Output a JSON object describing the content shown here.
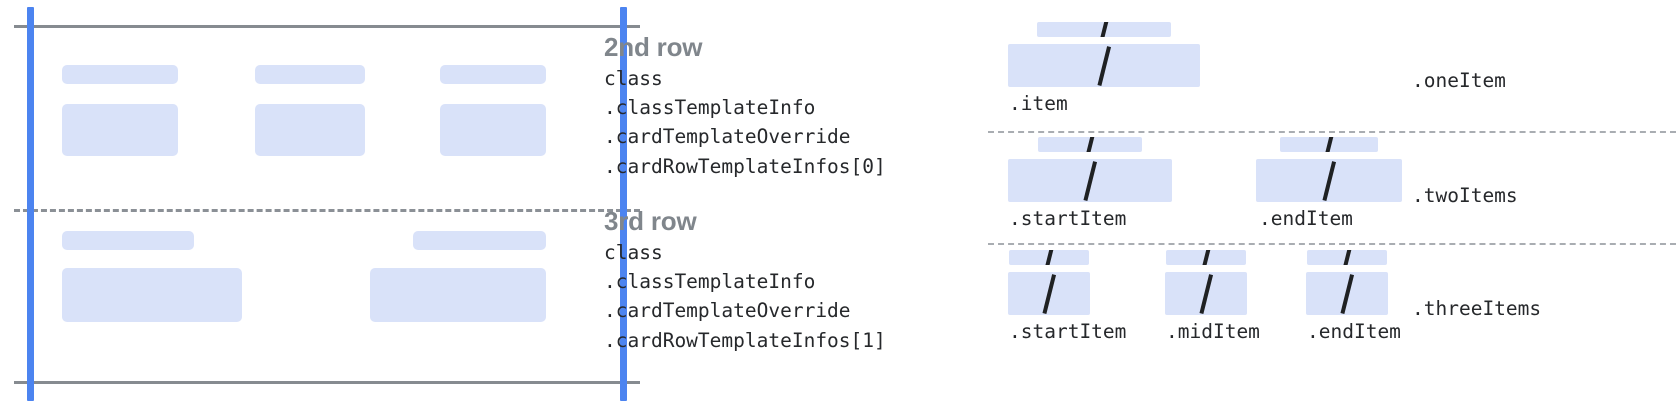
{
  "colors": {
    "placeholder_blue": "#d9e2f9",
    "guide_blue": "#4c84f0",
    "rule_gray": "#868b90",
    "heading_gray": "#80868c",
    "code_text": "#26282b",
    "background": "#ffffff"
  },
  "card_preview": {
    "rows": [
      {
        "name": "2nd row",
        "cells": [
          {
            "label_bar": true,
            "content_bar": true
          },
          {
            "label_bar": true,
            "content_bar": true
          },
          {
            "label_bar": true,
            "content_bar": true
          }
        ]
      },
      {
        "name": "3rd row",
        "cells": [
          {
            "label_bar": true,
            "content_bar": true
          },
          {
            "label_bar": true,
            "content_bar": true
          }
        ]
      }
    ]
  },
  "row_notes": [
    {
      "title": "2nd row",
      "code_lines": [
        "class",
        ".classTemplateInfo",
        ".cardTemplateOverride",
        ".cardRowTemplateInfos[0]"
      ]
    },
    {
      "title": "3rd row",
      "code_lines": [
        "class",
        ".classTemplateInfo",
        ".cardTemplateOverride",
        ".cardRowTemplateInfos[1]"
      ]
    }
  ],
  "item_variants": [
    {
      "label": ".oneItem",
      "items": [
        {
          "caption": ".item"
        }
      ]
    },
    {
      "label": ".twoItems",
      "items": [
        {
          "caption": ".startItem"
        },
        {
          "caption": ".endItem"
        }
      ]
    },
    {
      "label": ".threeItems",
      "items": [
        {
          "caption": ".startItem"
        },
        {
          "caption": ".midItem"
        },
        {
          "caption": ".endItem"
        }
      ]
    }
  ]
}
